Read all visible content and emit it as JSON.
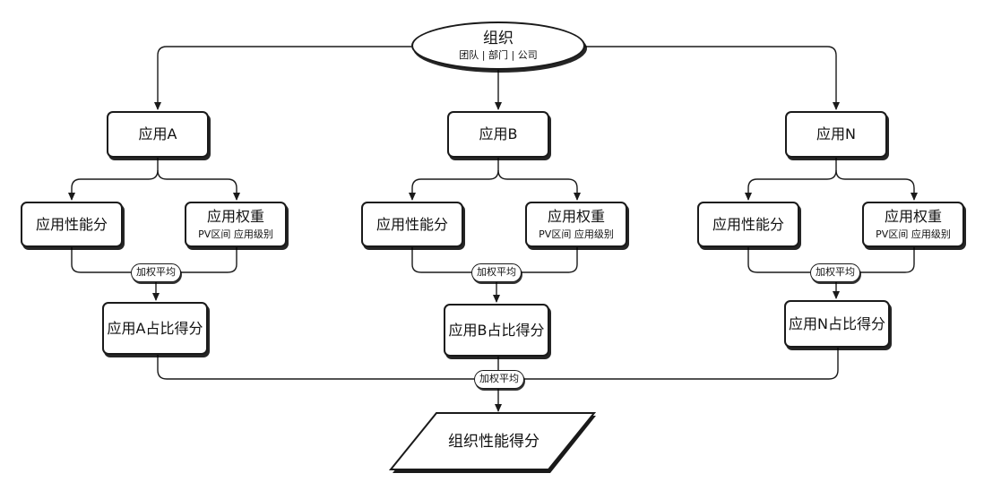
{
  "root": {
    "title": "组织",
    "subtitle": "团队 | 部门 | 公司"
  },
  "apps": [
    {
      "name": "应用A",
      "perf": "应用性能分",
      "weight": "应用权重",
      "weight_sub": "PV区间  应用级别",
      "avg": "加权平均",
      "share": "应用A占比得分"
    },
    {
      "name": "应用B",
      "perf": "应用性能分",
      "weight": "应用权重",
      "weight_sub": "PV区间  应用级别",
      "avg": "加权平均",
      "share": "应用B占比得分"
    },
    {
      "name": "应用N",
      "perf": "应用性能分",
      "weight": "应用权重",
      "weight_sub": "PV区间  应用级别",
      "avg": "加权平均",
      "share": "应用N占比得分"
    }
  ],
  "final_avg": "加权平均",
  "result": "组织性能得分",
  "colors": {
    "stroke": "#1a1a1a",
    "fill": "#ffffff"
  }
}
